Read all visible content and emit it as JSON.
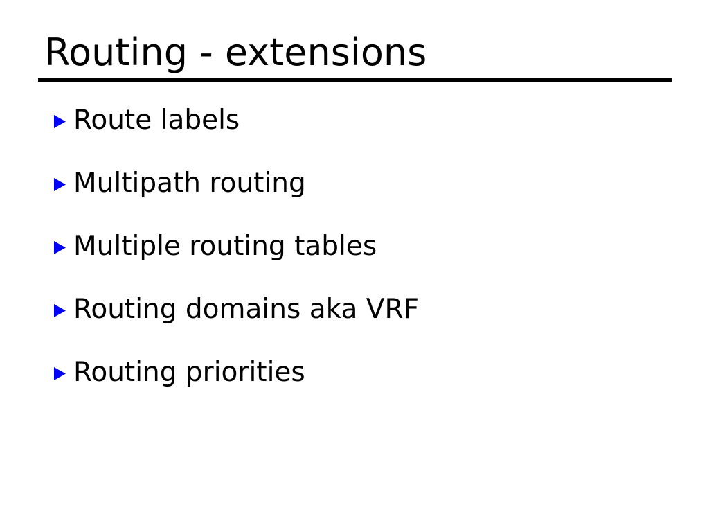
{
  "slide": {
    "title": "Routing - extensions",
    "background_color": "#ffffff",
    "text_color": "#000000",
    "rule_color": "#000000",
    "bullet_color": "#0000ff",
    "bullet_icon": "triangle-right-icon",
    "bullets": [
      {
        "label": "Route labels"
      },
      {
        "label": "Multipath routing"
      },
      {
        "label": "Multiple routing tables"
      },
      {
        "label": "Routing domains aka VRF"
      },
      {
        "label": "Routing priorities"
      }
    ]
  }
}
